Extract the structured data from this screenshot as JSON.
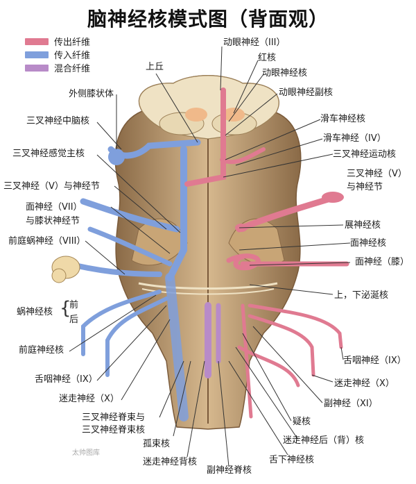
{
  "title": "脑神经核模式图（背面观）",
  "legend": [
    {
      "label": "传出纤维",
      "color": "#e07a91"
    },
    {
      "label": "传入纤维",
      "color": "#7f9fdc"
    },
    {
      "label": "混合纤维",
      "color": "#b88bc8"
    }
  ],
  "labels": {
    "oculomotor_nerve": "动眼神经（III）",
    "red_nucleus": "红核",
    "oculomotor_nucleus": "动眼神经核",
    "accessory_oculomotor_nucleus": "动眼神经副核",
    "trochlear_nucleus": "滑车神经核",
    "trochlear_nerve": "滑车神经（IV）",
    "trigeminal_motor_nucleus": "三叉神经运动核",
    "trigeminal_nerve_ganglion_right_1": "三叉神经（V）",
    "trigeminal_nerve_ganglion_right_2": "与神经节",
    "abducens_nucleus": "展神经核",
    "facial_nucleus": "面神经核",
    "facial_nerve_genu": "面神经（膝）",
    "salivatory_nuclei": "上，下泌涎核",
    "glossopharyngeal_right": "舌咽神经（IX）",
    "vagus_right": "迷走神经（X）",
    "accessory_nerve": "副神经（XI）",
    "nucleus_ambiguus": "疑核",
    "dorsal_vagal_nucleus": "迷走神经后（背）核",
    "hypoglossal_nucleus": "舌下神经核",
    "spinal_accessory_nucleus": "副神经脊核",
    "superior_colliculus": "上丘",
    "lateral_geniculate": "外侧膝状体",
    "trigeminal_mesencephalic": "三叉神经中脑核",
    "trigeminal_principal": "三叉神经感觉主核",
    "trigeminal_ganglion_left": "三叉神经（V）与神经节",
    "facial_nerve_left_1": "面神经（VII）",
    "facial_nerve_left_2": "与膝状神经节",
    "vestibulocochlear": "前庭蜗神经（VIII）",
    "cochlear_nuclei": "蜗神经核",
    "cochlear_anterior": "前",
    "cochlear_posterior": "后",
    "vestibular_nuclei": "前庭神经核",
    "glossopharyngeal_left": "舌咽神经（IX）",
    "vagus_left": "迷走神经（X）",
    "spinal_trigeminal_1": "三叉神经脊束与",
    "spinal_trigeminal_2": "三叉神经脊束核",
    "solitary_nucleus": "孤束核",
    "vagus_dorsal_sensory": "迷走神经背核"
  },
  "watermark": "太帅图库"
}
